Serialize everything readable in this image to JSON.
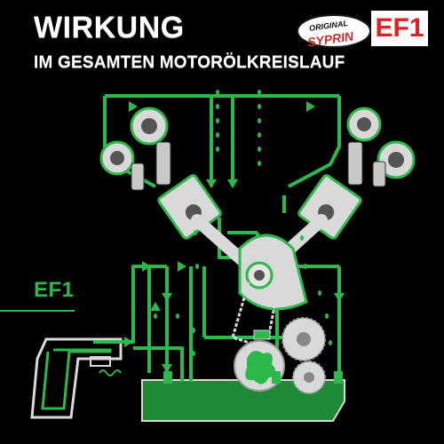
{
  "header": {
    "title": "WIRKUNG",
    "subtitle": "IM GESAMTEN MOTORÖLKREISLAUF"
  },
  "logo": {
    "top_line": "ORIGINAL",
    "brand": "SYPRIN",
    "product": "EF1"
  },
  "diagram": {
    "label": "EF1",
    "icons": [
      "turbocharger-icon",
      "piston-icon",
      "crankshaft-icon",
      "oil-pump-icon",
      "oil-filter-icon",
      "gear-icon",
      "oil-sump-icon",
      "oil-drop-icon"
    ]
  },
  "colors": {
    "background": "#000000",
    "oil_line": "#2db84b",
    "oil_fill": "#1f8a35",
    "metal": "#d9d9d9",
    "brand_red": "#e01f26",
    "text": "#ffffff"
  }
}
